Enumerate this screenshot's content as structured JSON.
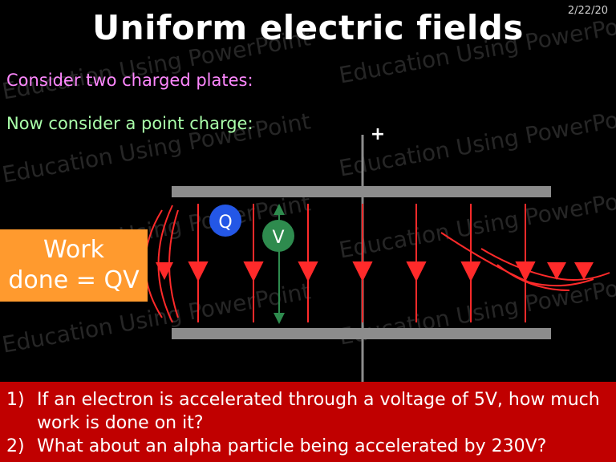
{
  "date": "2/22/20",
  "title": "Uniform electric fields",
  "intro_plates": "Consider two charged plates:",
  "intro_charge": "Now consider a point charge:",
  "watermark": "Education Using PowerPoint",
  "diagram": {
    "plus_label": "+",
    "charge_label": "Q",
    "voltage_label": "V",
    "colors": {
      "plate": "#8c8c8c",
      "field_line": "#ff2a2a",
      "charge_circle": "#2457e6",
      "voltage_circle": "#2e8b4e",
      "voltage_arrow": "#2e8b4e"
    }
  },
  "work_box": {
    "line1": "Work",
    "line2": "done = QV"
  },
  "questions": [
    {
      "num": "1)",
      "text": "If an electron is accelerated through a voltage of 5V, how much work is done on it?"
    },
    {
      "num": "2)",
      "text": "What about an alpha particle being accelerated by 230V?"
    }
  ]
}
